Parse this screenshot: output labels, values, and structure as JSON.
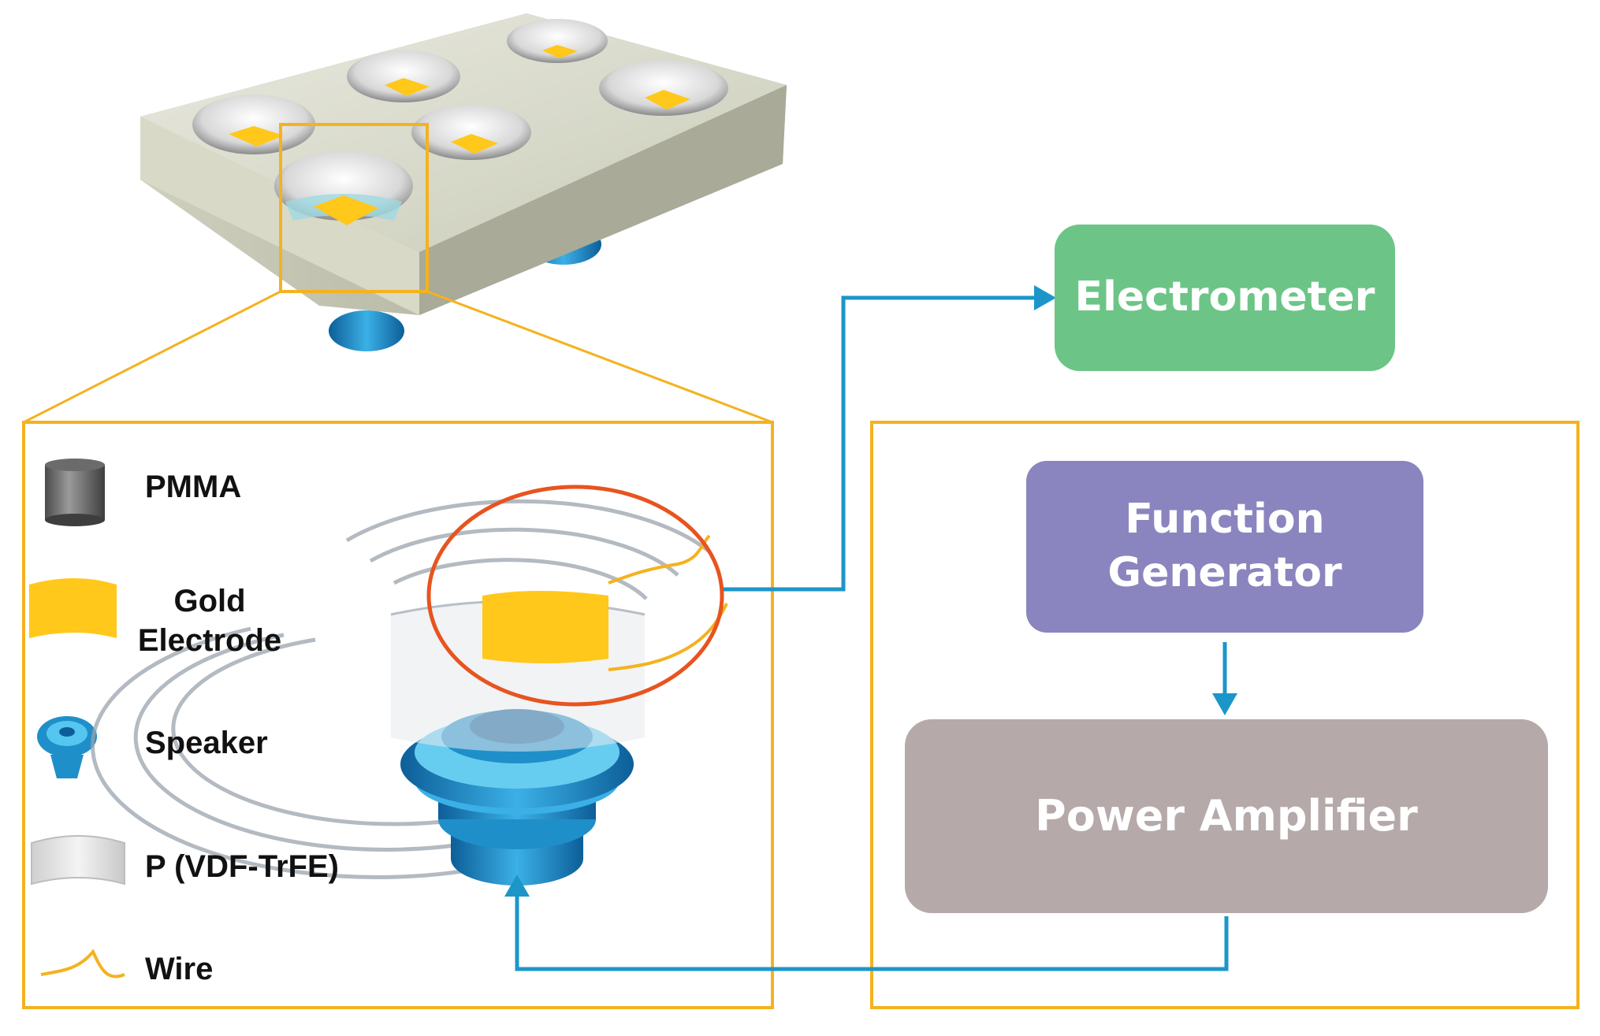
{
  "legend": {
    "pmma": "PMMA",
    "gold_line1": "Gold",
    "gold_line2": "Electrode",
    "speaker": "Speaker",
    "pvdf": "P (VDF-TrFE)",
    "wire": "Wire"
  },
  "blocks": {
    "electrometer": "Electrometer",
    "function_line1": "Function",
    "function_line2": "Generator",
    "power_amplifier": "Power Amplifier"
  },
  "colors": {
    "frame": "#f4b21f",
    "connector": "#1c96c9",
    "highlight_circle": "#e7541f",
    "electrometer": "#6cc586",
    "function_generator": "#8a85bf",
    "power_amplifier": "#b5a9a9",
    "gold": "#ffc81a",
    "speaker": "#1f8fc9"
  },
  "icons": {
    "device": "well-plate-array-icon",
    "pmma": "pmma-cylinder-icon",
    "gold": "gold-electrode-icon",
    "speaker": "speaker-icon",
    "pvdf": "pvdf-film-icon",
    "wire": "wire-icon"
  }
}
